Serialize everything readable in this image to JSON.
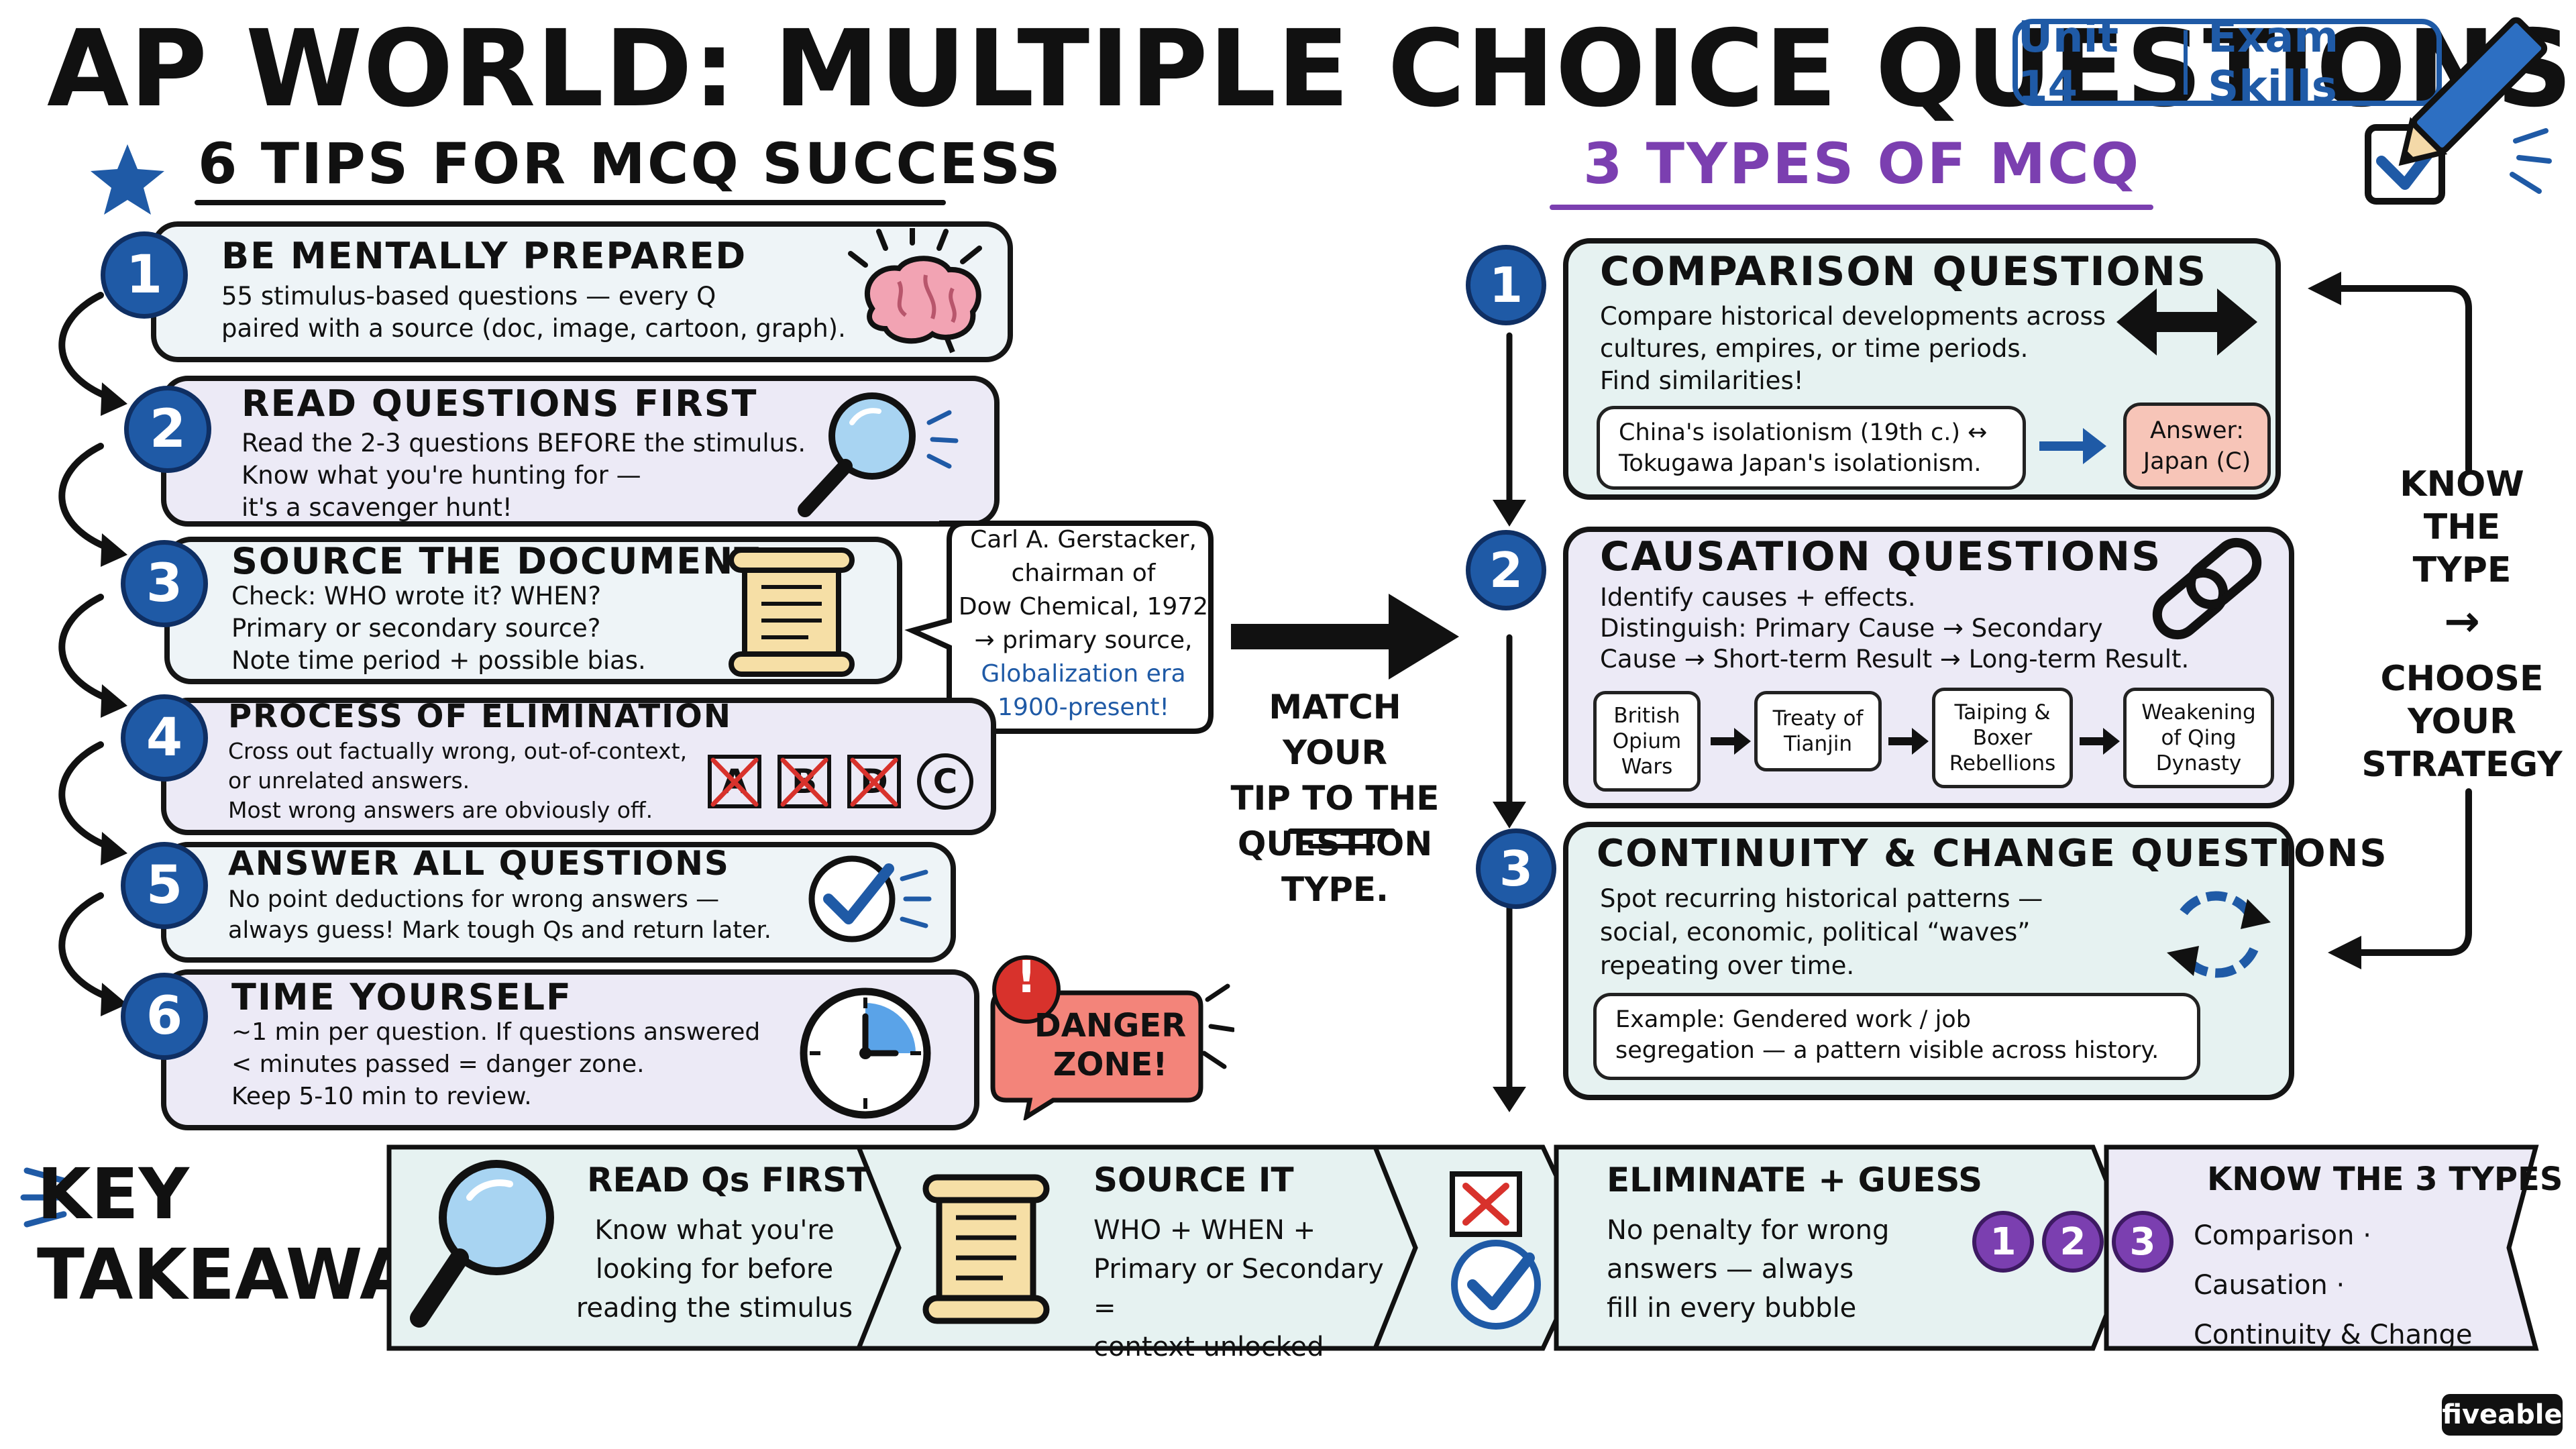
{
  "title": "AP WORLD: MULTIPLE CHOICE QUESTIONS",
  "badge": {
    "unit": "Unit 14",
    "topic": "Exam Skills"
  },
  "tips_heading": "6 TIPS FOR MCQ SUCCESS",
  "types_heading": "3 TYPES OF MCQ",
  "tips": [
    {
      "num": "1",
      "title": "BE MENTALLY PREPARED",
      "text": "55 stimulus-based questions — every Q\npaired with a source (doc, image, cartoon, graph)."
    },
    {
      "num": "2",
      "title": "READ QUESTIONS FIRST",
      "text": "Read the 2-3 questions BEFORE the stimulus.\nKnow what you're hunting for —\nit's a scavenger hunt!"
    },
    {
      "num": "3",
      "title": "SOURCE THE DOCUMENT",
      "text": "Check: WHO wrote it? WHEN?\nPrimary or secondary source?\nNote time period + possible bias."
    },
    {
      "num": "4",
      "title": "PROCESS OF ELIMINATION",
      "text": "Cross out factually wrong, out-of-context,\nor unrelated answers.\nMost wrong answers are obviously off."
    },
    {
      "num": "5",
      "title": "ANSWER ALL QUESTIONS",
      "text": "No point deductions for wrong answers —\nalways guess! Mark tough Qs and return later."
    },
    {
      "num": "6",
      "title": "TIME YOURSELF",
      "text": "~1 min per question. If questions answered\n< minutes passed = danger zone.\nKeep 5-10 min to review."
    }
  ],
  "answer_choices": [
    "A",
    "B",
    "D",
    "C"
  ],
  "source_bubble": {
    "text": "Carl A. Gerstacker,\nchairman of\nDow Chemical, 1972\n→ primary source,",
    "highlight": "Globalization era\n1900-present!"
  },
  "danger": {
    "mark": "!",
    "text": "DANGER\nZONE!"
  },
  "match_text": "MATCH YOUR\nTIP TO THE\nQUESTION TYPE.",
  "types": [
    {
      "num": "1",
      "title": "COMPARISON QUESTIONS",
      "text": "Compare historical developments across\ncultures, empires, or time periods.\nFind similarities!",
      "example": "China's isolationism (19th c.) ↔\nTokugawa Japan's isolationism.",
      "answer": "Answer:\nJapan (C)"
    },
    {
      "num": "2",
      "title": "CAUSATION QUESTIONS",
      "text": "Identify causes + effects.\nDistinguish: Primary Cause → Secondary\nCause → Short-term Result → Long-term Result.",
      "flow": [
        "British\nOpium\nWars",
        "Treaty of\nTianjin",
        "Taiping &\nBoxer\nRebellions",
        "Weakening\nof Qing\nDynasty"
      ]
    },
    {
      "num": "3",
      "title": "CONTINUITY & CHANGE QUESTIONS",
      "text": "Spot recurring historical patterns —\nsocial, economic, political “waves”\nrepeating over time.",
      "example": "Example: Gendered work / job\nsegregation — a pattern visible across history."
    }
  ],
  "side_note": {
    "top": "KNOW\nTHE\nTYPE",
    "arrow": "→",
    "bottom": "CHOOSE\nYOUR\nSTRATEGY"
  },
  "takeaways": {
    "heading": "KEY\nTAKEAWAYS",
    "items": [
      {
        "title": "READ Qs FIRST",
        "text": "Know what you're\nlooking for before\nreading the stimulus"
      },
      {
        "title": "SOURCE IT",
        "text": "WHO + WHEN +\nPrimary or Secondary =\ncontext unlocked"
      },
      {
        "title": "ELIMINATE + GUESS",
        "text": "No penalty for wrong\nanswers — always\nfill in every bubble"
      },
      {
        "title": "KNOW THE 3 TYPES",
        "text": "Comparison · Causation ·\nContinuity & Change",
        "nums": [
          "1",
          "2",
          "3"
        ]
      }
    ]
  },
  "brand": "fiveable",
  "colors": {
    "blue": "#1f5aa6",
    "purple": "#7b3fb0",
    "red": "#d8322c",
    "teal_bg": "#e6f2f1",
    "lavender_bg": "#eceaf6"
  }
}
